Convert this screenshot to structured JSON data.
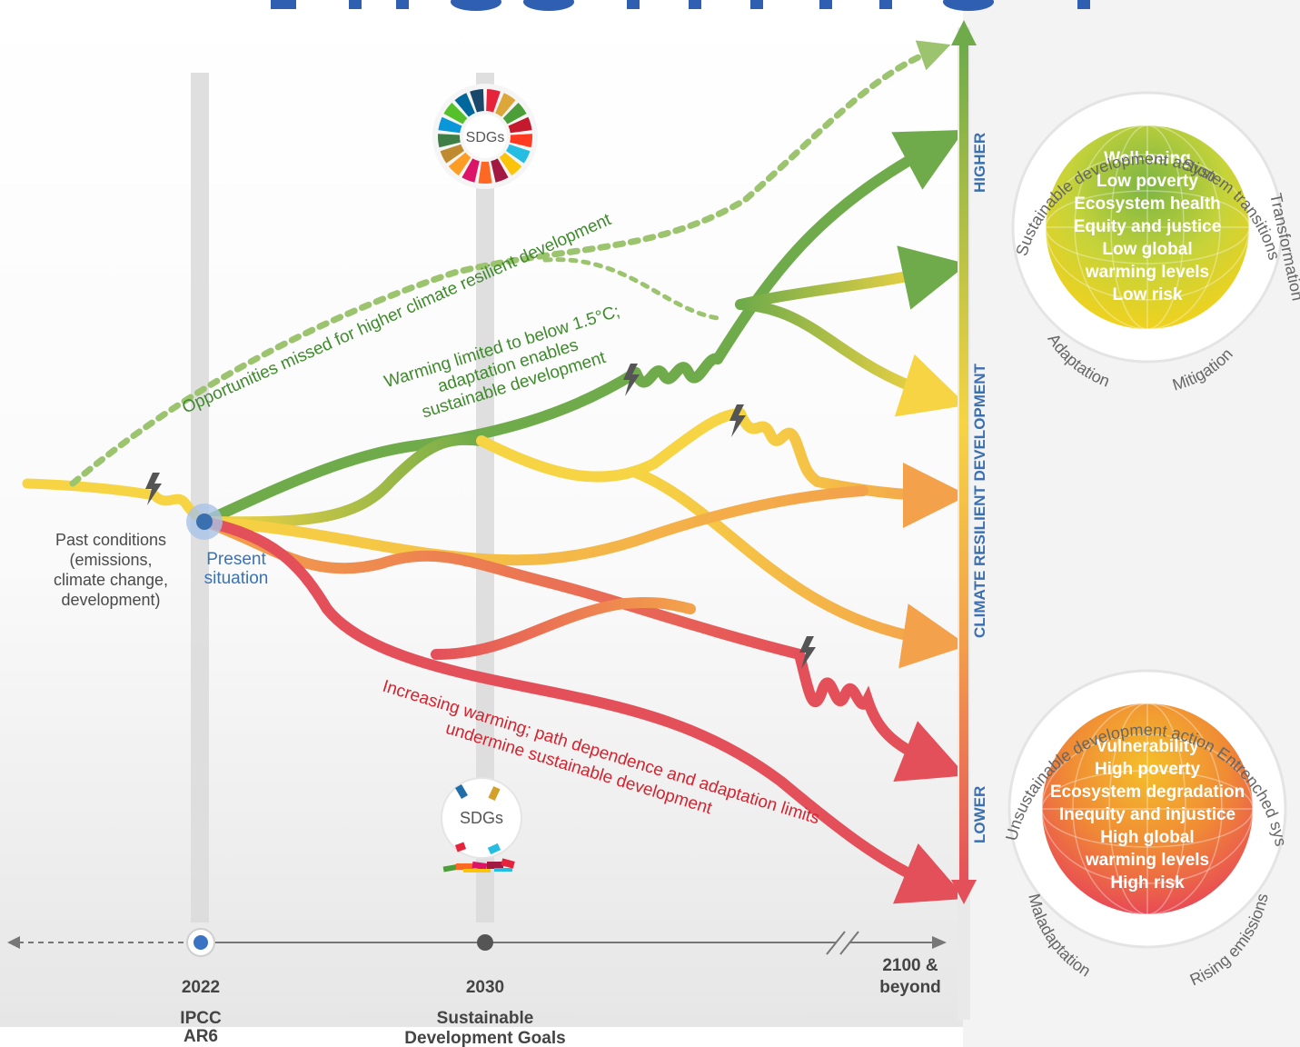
{
  "header_partial_text": "",
  "left_panel": {
    "past_conditions": [
      "Past conditions",
      "(emissions,",
      "climate change,",
      "development)"
    ],
    "present_situation": [
      "Present",
      "situation"
    ],
    "path_labels": {
      "missed": "Opportunities missed for higher climate resilient development",
      "warming_limited": [
        "Warming limited to below 1.5°C;",
        "adaptation enables",
        "sustainable development"
      ],
      "increasing": [
        "Increasing warming; path dependence and adaptation limits",
        "undermine sustainable development"
      ]
    },
    "sdg_badge_top": "SDGs",
    "sdg_badge_bottom": "SDGs"
  },
  "timeline": {
    "ticks": [
      {
        "year": "2022",
        "caption": [
          "IPCC",
          "AR6"
        ]
      },
      {
        "year": "2030",
        "caption": [
          "Sustainable",
          "Development Goals"
        ]
      },
      {
        "year": "2100 &",
        "caption": [
          "beyond"
        ]
      }
    ]
  },
  "scale": {
    "higher": "HIGHER",
    "middle": "CLIMATE RESILIENT DEVELOPMENT",
    "lower": "LOWER"
  },
  "circle_high": {
    "items": [
      "Well-being",
      "Low poverty",
      "Ecosystem health",
      "Equity and justice",
      "Low global",
      "warming levels",
      "Low risk"
    ],
    "ring": [
      "Sustainable development action",
      "System transitions",
      "Transformation",
      "Mitigation",
      "Adaptation"
    ]
  },
  "circle_low": {
    "items": [
      "Vulnerability",
      "High poverty",
      "Ecosystem degradation",
      "Inequity and injustice",
      "High global",
      "warming levels",
      "High risk"
    ],
    "ring": [
      "Unsustainable development action",
      "Entrenched systems",
      "Rising emissions",
      "Maladaptation"
    ]
  },
  "colors": {
    "green": "#6fab4a",
    "yellow": "#f6d443",
    "orange": "#f3a24b",
    "red": "#e4505a",
    "blue": "#3a6fb0"
  }
}
